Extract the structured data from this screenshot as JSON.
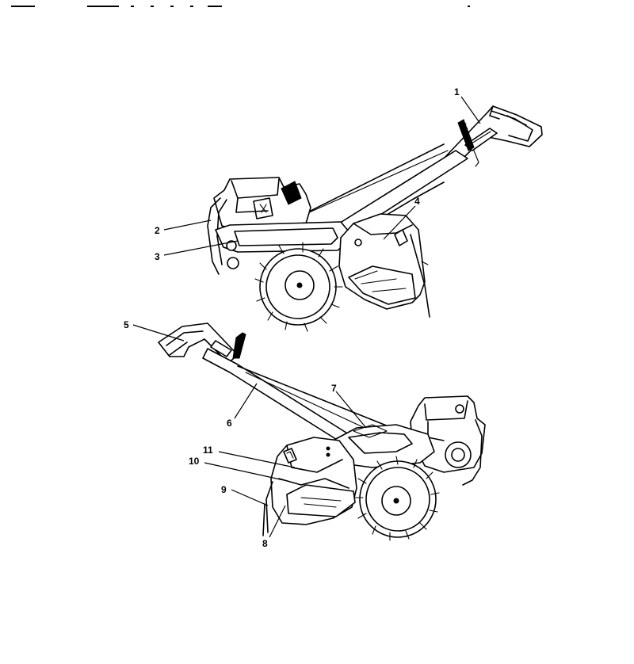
{
  "diagram": {
    "callouts": [
      {
        "id": "1",
        "label": "1"
      },
      {
        "id": "2",
        "label": "2"
      },
      {
        "id": "3",
        "label": "3"
      },
      {
        "id": "4",
        "label": "4"
      },
      {
        "id": "5",
        "label": "5"
      },
      {
        "id": "6",
        "label": "6"
      },
      {
        "id": "7",
        "label": "7"
      },
      {
        "id": "8",
        "label": "8"
      },
      {
        "id": "9",
        "label": "9"
      },
      {
        "id": "10",
        "label": "10"
      },
      {
        "id": "11",
        "label": "11"
      }
    ],
    "colors": {
      "ink": "#000000",
      "paper": "#ffffff"
    }
  }
}
